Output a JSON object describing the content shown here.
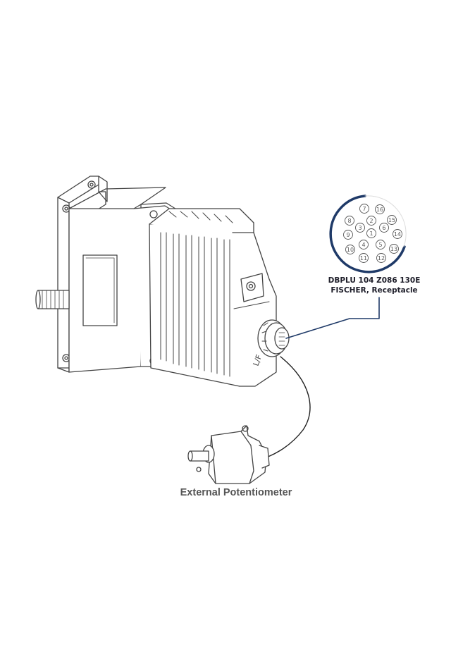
{
  "connector": {
    "part_number": "DBPLU 104 Z086 130E",
    "description": "FISCHER, Receptacle",
    "pins": [
      "1",
      "2",
      "3",
      "4",
      "5",
      "6",
      "7",
      "8",
      "9",
      "10",
      "11",
      "12",
      "13",
      "14",
      "15",
      "16"
    ],
    "accent_color": "#1f3a68"
  },
  "potentiometer": {
    "label": "External Potentiometer"
  },
  "actuator": {
    "marking": "L/F"
  }
}
